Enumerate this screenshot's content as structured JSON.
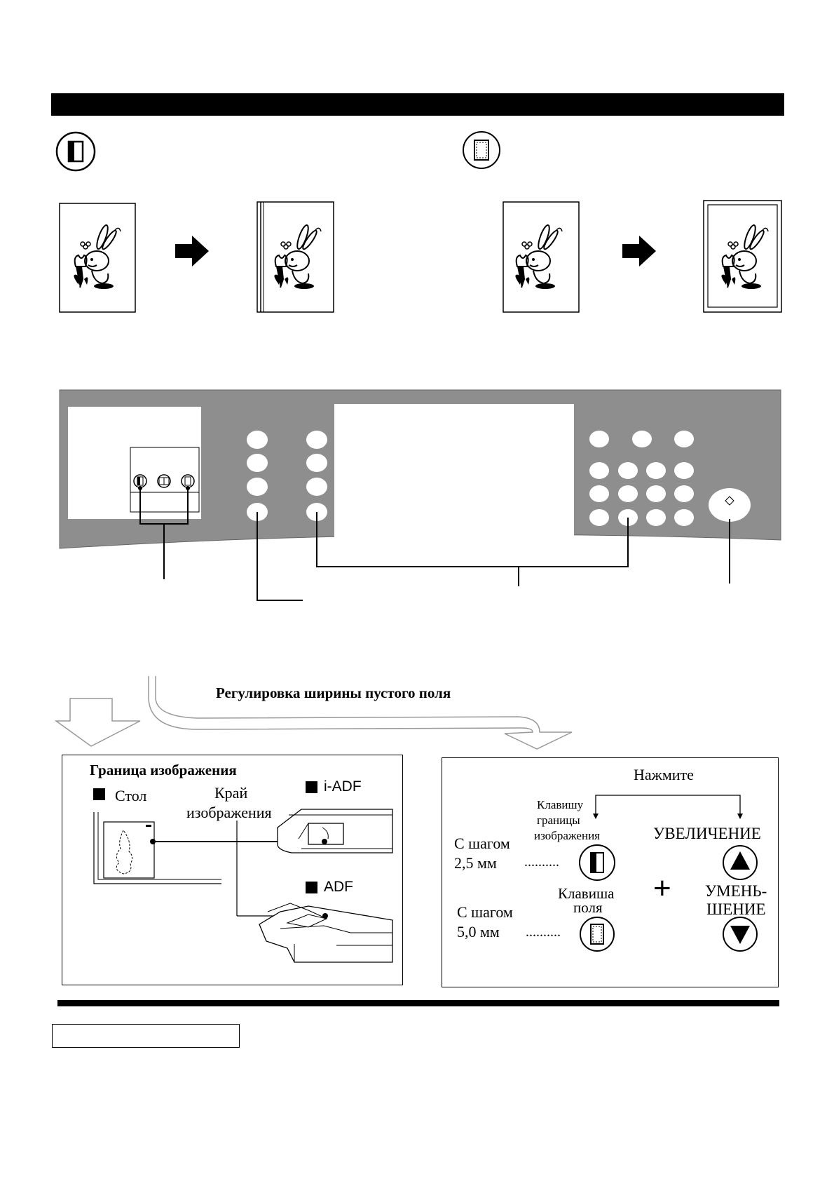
{
  "sections": {
    "adjust_heading": "Регулировка ширины пустого поля",
    "image_border_title": "Граница изображения"
  },
  "left_box": {
    "table_label": "Стол",
    "edge_label_line1": "Край",
    "edge_label_line2": "изображения",
    "iadf_label": "i-ADF",
    "adf_label": "ADF"
  },
  "right_box": {
    "press_label": "Нажмите",
    "border_key_line1": "Клавишу",
    "border_key_line2": "границы",
    "border_key_line3": "изображения",
    "step1_line1": "С шагом",
    "step1_line2": "2,5 мм",
    "step1_dots": "..........",
    "margin_key_line1": "Клавиша",
    "margin_key_line2": "поля",
    "step2_line1": "С шагом",
    "step2_line2": "5,0 мм",
    "step2_dots": "..........",
    "increase_label": "УВЕЛИЧЕНИЕ",
    "decrease_line1": "УМЕНЬ-",
    "decrease_line2": "ШЕНИЕ",
    "plus_sign": "+"
  },
  "icons": [
    "image-border-icon",
    "frame-margin-icon",
    "arrow-right-icon",
    "start-icon",
    "up-arrow-icon",
    "down-arrow-icon"
  ]
}
